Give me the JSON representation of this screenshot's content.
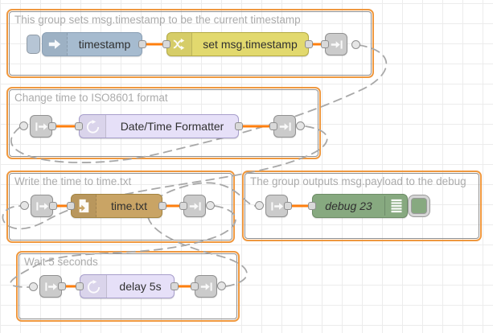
{
  "app": "node-red-flow-editor",
  "groups": {
    "g1": {
      "label": "This group sets msg.timestamp to be the current timestamp"
    },
    "g2": {
      "label": "Change time to ISO8601 format"
    },
    "g3": {
      "label": "Write the time to time.txt"
    },
    "g4": {
      "label": "The group outputs msg.payload to the debug"
    },
    "g5": {
      "label": "Wait 5 seconds"
    }
  },
  "nodes": {
    "inject": {
      "label": "timestamp",
      "color": "#a6bbcf",
      "icon": "inject-arrow-icon"
    },
    "change": {
      "label": "set msg.timestamp",
      "color": "#e2d96e",
      "icon": "shuffle-icon"
    },
    "formatter": {
      "label": "Date/Time Formatter",
      "color": "#e6e0f8",
      "icon": "timer-icon"
    },
    "file": {
      "label": "time.txt",
      "color": "#c9a465",
      "icon": "file-in-icon"
    },
    "debug": {
      "label": "debug 23",
      "color": "#87a980",
      "icon": "debug-output-icon"
    },
    "delay": {
      "label": "delay 5s",
      "color": "#e6e0f8",
      "icon": "timer-icon"
    }
  },
  "links": [
    {
      "from": "group-1-link-out",
      "to": "group-2-link-in"
    },
    {
      "from": "group-2-link-out",
      "to": "group-3-link-in"
    },
    {
      "from": "group-3-link-out",
      "to": "group-5-link-in"
    },
    {
      "from": "group-5-link-out",
      "to": "group-4-link-in"
    }
  ],
  "colors": {
    "group_selection_border": "#ef983f",
    "group_border": "#8f8f8f",
    "wire": "#ff7f0e",
    "link_wire": "#a8a8a8",
    "grid": "#ececec"
  }
}
